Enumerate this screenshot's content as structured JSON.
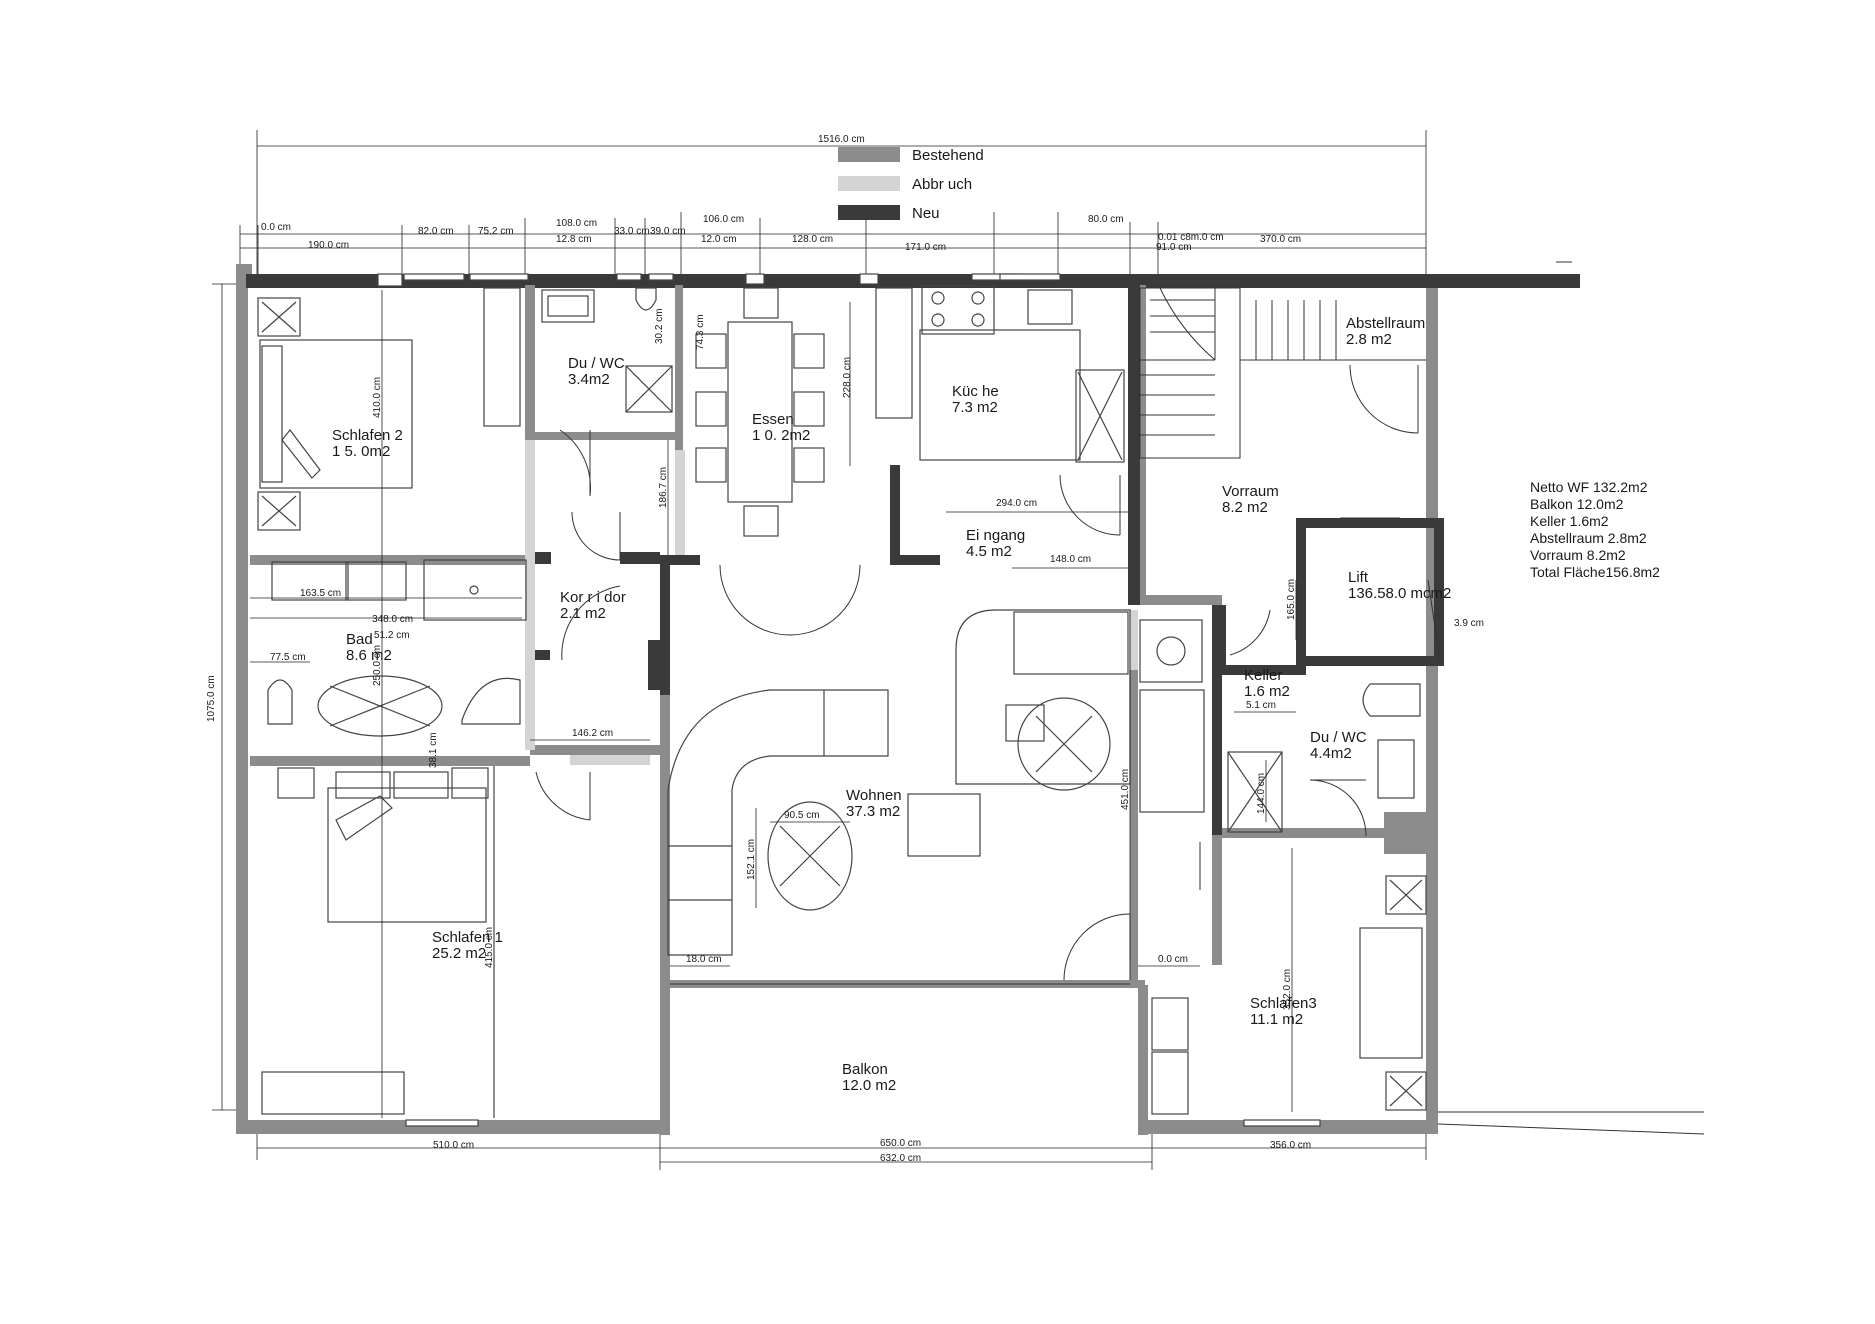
{
  "legend": {
    "existing": "Bestehend",
    "demolition": "Abbr uch",
    "new": "Neu",
    "colors": {
      "existing": "#8c8c8c",
      "demolition": "#d4d4d4",
      "new": "#3a3a3a"
    }
  },
  "rooms": {
    "schlafen2": {
      "name": "Schlafen 2",
      "area": "1 5. 0m2"
    },
    "du_wc_1": {
      "name": "Du / WC",
      "area": "3.4m2"
    },
    "essen": {
      "name": "Essen",
      "area": "1 0. 2m2"
    },
    "kueche": {
      "name": "Küc he",
      "area": "7.3 m2"
    },
    "abstellraum": {
      "name": "Abstellraum",
      "area": "2.8 m2"
    },
    "vorraum": {
      "name": "Vorraum",
      "area": "8.2 m2"
    },
    "eingang": {
      "name": "Ei ngang",
      "area": "4.5 m2"
    },
    "lift": {
      "name": "Lift",
      "area": "136.58.0 mcm2"
    },
    "korridor": {
      "name": "Kor r i dor",
      "area": "2.1 m2"
    },
    "bad": {
      "name": "Bad",
      "area": "8.6 m2"
    },
    "keller": {
      "name": "Keller",
      "area": "1.6 m2"
    },
    "du_wc_2": {
      "name": "Du / WC",
      "area": "4.4m2"
    },
    "wohnen": {
      "name": "Wohnen",
      "area": "37.3 m2"
    },
    "schlafen1": {
      "name": "Schlafen 1",
      "area": "25.2 m2"
    },
    "schlafen3": {
      "name": "Schlafen3",
      "area": "11.1 m2"
    },
    "balkon": {
      "name": "Balkon",
      "area": "12.0 m2"
    }
  },
  "summary": [
    "Netto WF 132.2m2",
    "Balkon 12.0m2",
    "Keller 1.6m2",
    "Abstellraum 2.8m2",
    "Vorraum 8.2m2",
    "Total Fläche156.8m2"
  ],
  "dimensions": {
    "overall_width": "1516.0 cm",
    "top_a": "0.0 cm",
    "top_b": "82.0 cm",
    "top_c": "75.2 cm",
    "top_d": "108.0 cm",
    "top_e": "33.0 cm",
    "top_f": "39.0 cm",
    "top_g": "106.0 cm",
    "top_h": "80.0 cm",
    "top_i": "0.01 c8m.0 cm",
    "row2_a": "190.0 cm",
    "row2_b": "12.8 cm",
    "row2_c": "12.0 cm",
    "row2_d": "128.0 cm",
    "row2_e": "171.0 cm",
    "row2_f": "91.0 cm",
    "row2_g": "370.0 cm",
    "overall_height": "1075.0 cm",
    "bottom_a": "510.0 cm",
    "bottom_b": "650.0 cm",
    "bottom_c": "632.0 cm",
    "bottom_d": "356.0 cm",
    "right_a": "3.9 cm",
    "int_1": "30.2 cm",
    "int_2": "74.3 cm",
    "int_3": "228.0 cm",
    "int_4": "186.7 cm",
    "int_5": "294.0 cm",
    "int_6": "148.0 cm",
    "int_7": "163.5 cm",
    "int_8": "348.0 cm",
    "int_9": "51.2 cm",
    "int_10": "77.5 cm",
    "int_11": "146.2 cm",
    "int_12": "38.1 cm",
    "int_13": "90.5 cm",
    "int_14": "152.1 cm",
    "int_15": "18.0 cm",
    "int_16": "451.0 cm",
    "int_17": "0.0 cm",
    "int_18": "5.1 cm",
    "int_19": "144.0 cm",
    "int_20": "352.0 cm",
    "int_21": "165.0 cm",
    "int_22": "410.0 cm",
    "int_23": "415.0 cm",
    "int_24": "250.0 cm"
  }
}
